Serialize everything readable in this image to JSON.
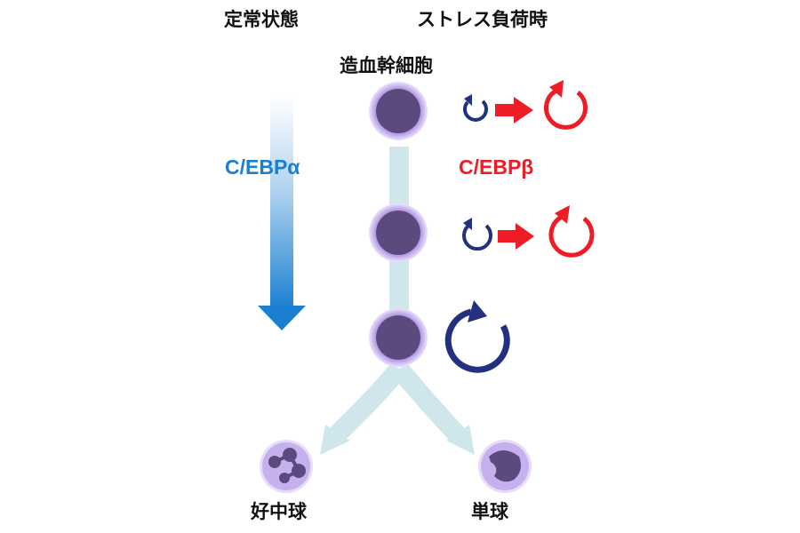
{
  "headers": {
    "steady_state": "定常状態",
    "stress": "ストレス負荷時"
  },
  "cells": {
    "stem": "造血幹細胞",
    "neutrophil": "好中球",
    "monocyte": "単球"
  },
  "factors": {
    "alpha": {
      "text": "C/EBPα",
      "color": "#1a7fd1"
    },
    "beta": {
      "text": "C/EBPβ",
      "color": "#ee1c25"
    }
  },
  "colors": {
    "cell_fill": "#5b4a7d",
    "cell_ring": "#c9b3f0",
    "path": "#cfe7ea",
    "cycle_blue": "#22307f",
    "cycle_red": "#ee1c25"
  }
}
